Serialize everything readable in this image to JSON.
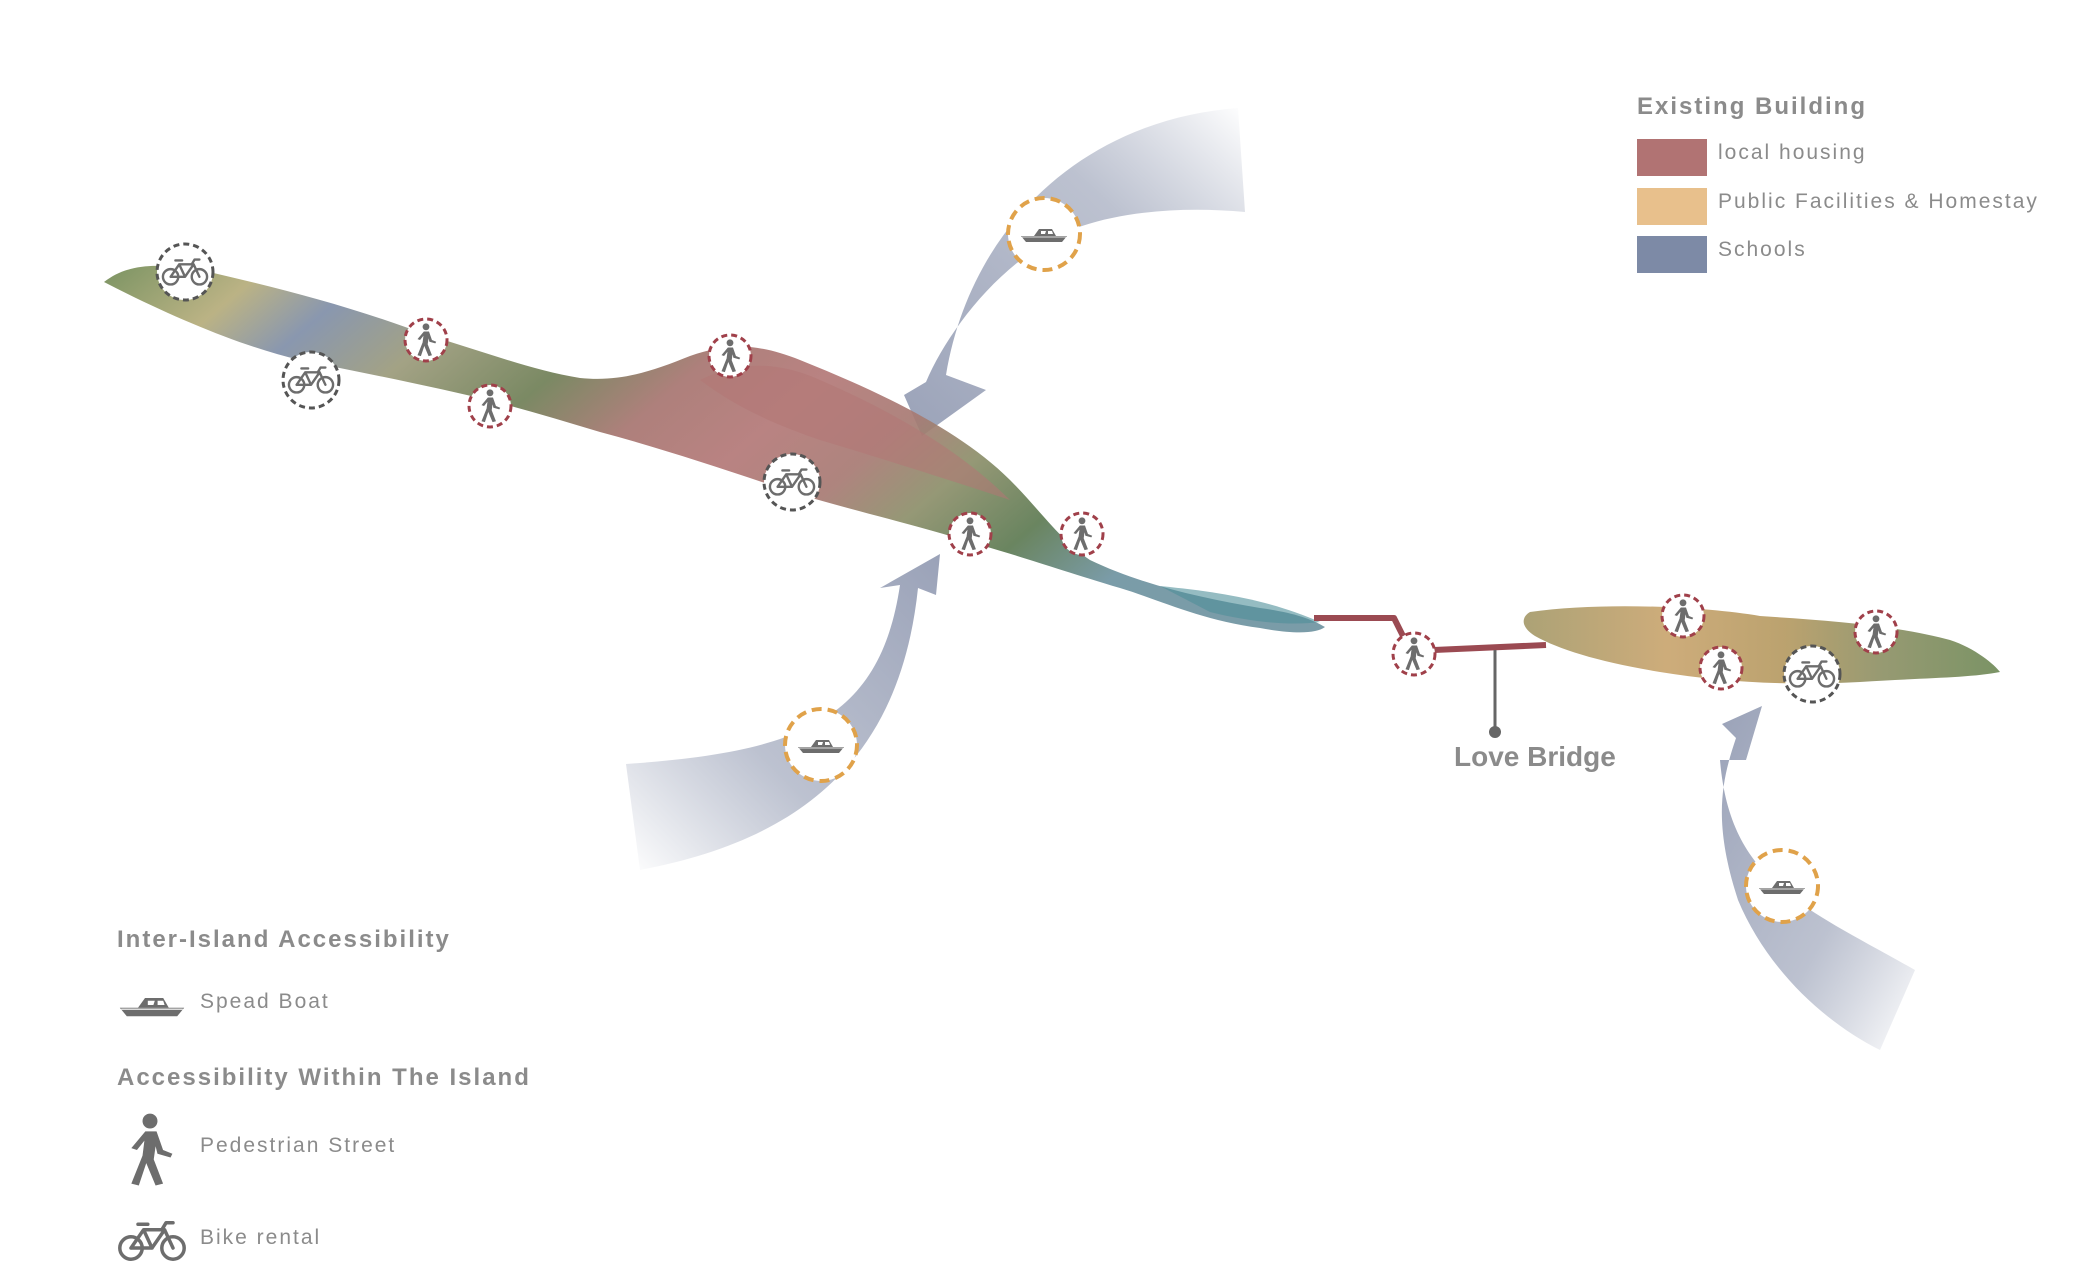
{
  "colors": {
    "local_housing": "#b17373",
    "public_facilities": "#e8c08c",
    "schools": "#7d8aa6",
    "arrow": "#9aa2b8",
    "bridge": "#9b4a52",
    "boat_ring": "#e0a24a",
    "ped_ring": "#a0404a",
    "bike_ring": "#555555",
    "legend_text": "#8b8b8b",
    "icon_gray": "#6d6d6d"
  },
  "legend_building": {
    "title": "Existing Building",
    "items": [
      {
        "label": "local housing",
        "color": "#b17373"
      },
      {
        "label": "Public Facilities & Homestay",
        "color": "#e8c08c"
      },
      {
        "label": "Schools",
        "color": "#7d8aa6"
      }
    ]
  },
  "legend_access": {
    "inter_title": "Inter-Island Accessibility",
    "boat_label": "Spead Boat",
    "within_title": "Accessibility Within The Island",
    "ped_label": "Pedestrian Street",
    "bike_label": "Bike rental"
  },
  "map": {
    "bridge_label": "Love Bridge",
    "markers": [
      {
        "type": "bike"
      },
      {
        "type": "bike"
      },
      {
        "type": "ped"
      },
      {
        "type": "ped"
      },
      {
        "type": "ped"
      },
      {
        "type": "bike"
      },
      {
        "type": "ped"
      },
      {
        "type": "ped"
      },
      {
        "type": "ped"
      },
      {
        "type": "ped"
      },
      {
        "type": "ped"
      },
      {
        "type": "bike"
      },
      {
        "type": "ped"
      },
      {
        "type": "boat"
      },
      {
        "type": "boat"
      },
      {
        "type": "boat"
      }
    ]
  },
  "icons": {
    "boat": "speed-boat-icon",
    "ped": "pedestrian-icon",
    "bike": "bicycle-icon"
  }
}
